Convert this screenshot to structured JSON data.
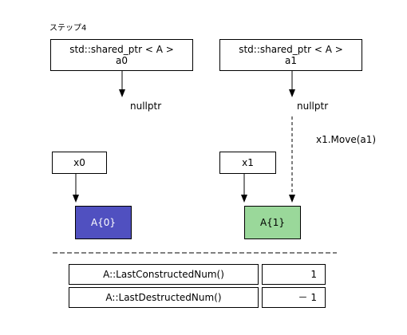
{
  "step_label": "ステップ4",
  "pointers": [
    {
      "type_text": "std::shared_ptr < A >",
      "var_name": "a0",
      "target_text": "nullptr"
    },
    {
      "type_text": "std::shared_ptr < A >",
      "var_name": "a1",
      "target_text": "nullptr"
    }
  ],
  "move_label": "x1.Move(a1)",
  "holders": [
    {
      "name": "x0",
      "object_label": "A{0}",
      "object_color": "#5050c0"
    },
    {
      "name": "x1",
      "object_label": "A{1}",
      "object_color": "#9ad89a"
    }
  ],
  "table": {
    "rows": [
      {
        "label": "A::LastConstructedNum()",
        "value": "1"
      },
      {
        "label": "A::LastDestructedNum()",
        "value": "－ 1"
      }
    ]
  }
}
